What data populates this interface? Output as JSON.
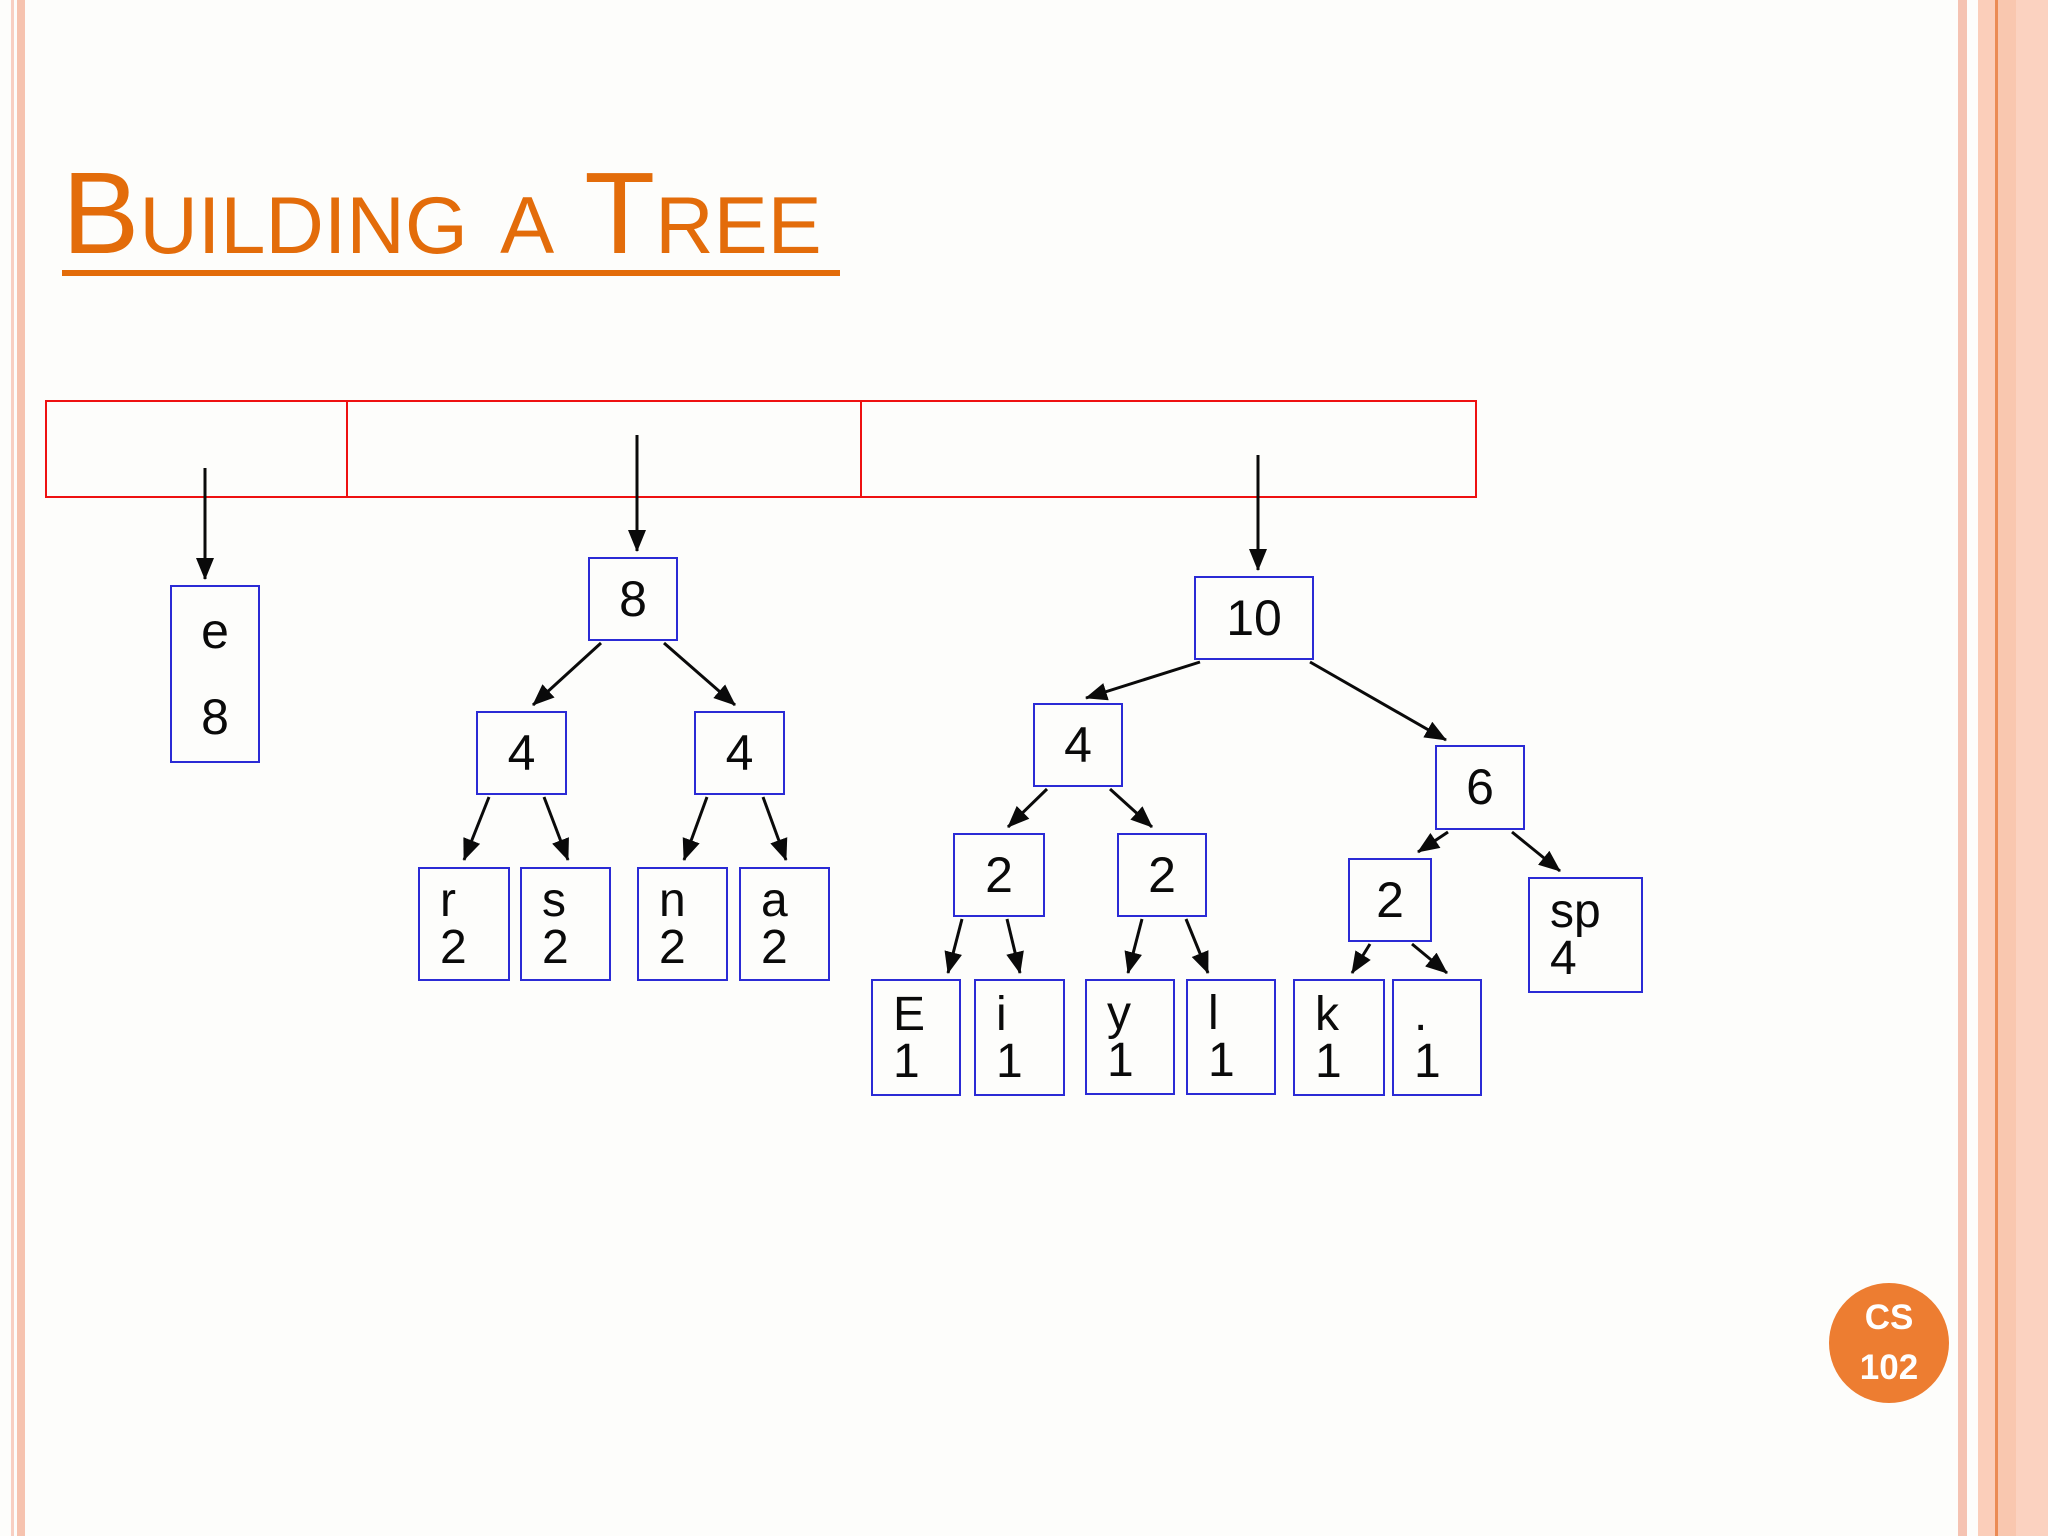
{
  "title": {
    "text": "Building a Tree"
  },
  "colors": {
    "title_orange": "#E36C0A",
    "badge_orange": "#ED7D31",
    "node_border_blue": "#2B2BD5",
    "table_border_red": "#EE1111",
    "arrow_black": "#0A0A0A",
    "border_peach": "#F6C3AF"
  },
  "table": {
    "cells": [
      {
        "label": ""
      },
      {
        "label": ""
      },
      {
        "label": ""
      }
    ]
  },
  "nodes": {
    "e8": {
      "symbol": "e",
      "count": "8"
    },
    "m8": {
      "value": "8"
    },
    "m4l": {
      "value": "4"
    },
    "m4r": {
      "value": "4"
    },
    "r2": {
      "symbol": "r",
      "count": "2"
    },
    "s2": {
      "symbol": "s",
      "count": "2"
    },
    "n2": {
      "symbol": "n",
      "count": "2"
    },
    "a2": {
      "symbol": "a",
      "count": "2"
    },
    "t10": {
      "value": "10"
    },
    "t4": {
      "value": "4"
    },
    "t6": {
      "value": "6"
    },
    "t2a": {
      "value": "2"
    },
    "t2b": {
      "value": "2"
    },
    "t2c": {
      "value": "2"
    },
    "E1": {
      "symbol": "E",
      "count": "1"
    },
    "i1": {
      "symbol": "i",
      "count": "1"
    },
    "y1": {
      "symbol": "y",
      "count": "1"
    },
    "l1": {
      "symbol": "l",
      "count": "1"
    },
    "k1": {
      "symbol": "k",
      "count": "1"
    },
    "dot1": {
      "symbol": ".",
      "count": "1"
    },
    "sp4": {
      "symbol": "sp",
      "count": "4"
    }
  },
  "trees": [
    {
      "root": "e8",
      "edges": []
    },
    {
      "root": "m8",
      "edges": [
        [
          "m8",
          "m4l"
        ],
        [
          "m8",
          "m4r"
        ],
        [
          "m4l",
          "r2"
        ],
        [
          "m4l",
          "s2"
        ],
        [
          "m4r",
          "n2"
        ],
        [
          "m4r",
          "a2"
        ]
      ]
    },
    {
      "root": "t10",
      "edges": [
        [
          "t10",
          "t4"
        ],
        [
          "t10",
          "t6"
        ],
        [
          "t4",
          "t2a"
        ],
        [
          "t4",
          "t2b"
        ],
        [
          "t2a",
          "E1"
        ],
        [
          "t2a",
          "i1"
        ],
        [
          "t2b",
          "y1"
        ],
        [
          "t2b",
          "l1"
        ],
        [
          "t6",
          "t2c"
        ],
        [
          "t6",
          "sp4"
        ],
        [
          "t2c",
          "k1"
        ],
        [
          "t2c",
          "dot1"
        ]
      ]
    }
  ],
  "table_arrows": [
    {
      "from": "cell-1",
      "to": "e8"
    },
    {
      "from": "cell-2",
      "to": "m8"
    },
    {
      "from": "cell-3",
      "to": "t10"
    }
  ],
  "badge": {
    "line1": "CS",
    "line2": "102"
  }
}
